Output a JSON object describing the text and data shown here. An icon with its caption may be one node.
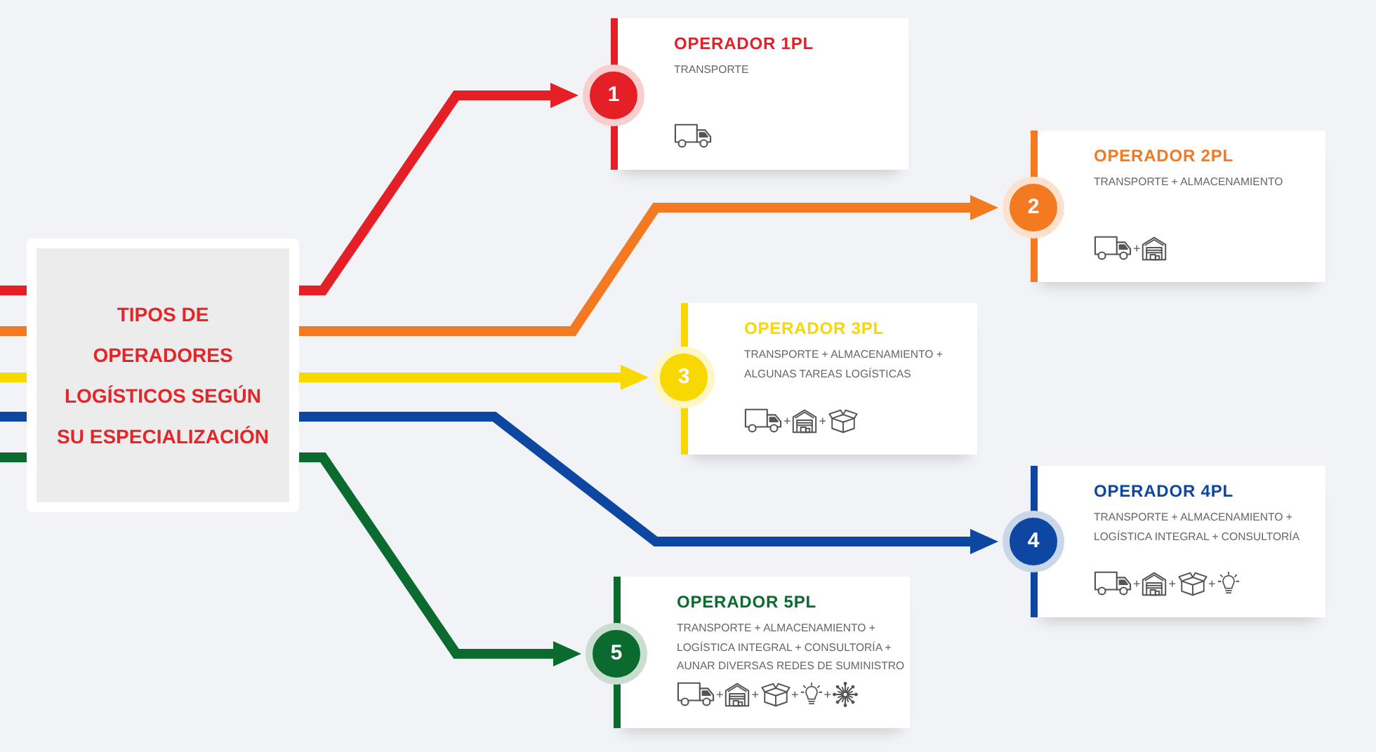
{
  "diagram": {
    "nodes": [
      {
        "text": [
          "TIPOS DE OPERADORES LOGÍSTICOS SEGÚN SU ESPECIALIZACIÓN"
        ]
      },
      {
        "text": [
          "1"
        ]
      },
      {
        "text": [
          "OPERADOR 1PL",
          "TRANSPORTE"
        ]
      },
      {
        "text": [
          "2"
        ]
      },
      {
        "text": [
          "OPERADOR 2PL",
          "TRANSPORTE + ALMACENAMIENTO",
          "+"
        ]
      },
      {
        "text": [
          "3"
        ]
      },
      {
        "text": [
          "OPERADOR 3PL",
          "TRANSPORTE + ALMACENAMIENTO + ALGUNAS TAREAS LOGÍSTICAS",
          "+",
          "+"
        ]
      },
      {
        "text": [
          "4"
        ]
      },
      {
        "text": [
          "OPERADOR 4PL",
          "TRANSPORTE + ALMACENAMIENTO + LOGÍSTICA INTEGRAL + CONSULTORÍA",
          "+",
          "+",
          "+"
        ]
      },
      {
        "text": [
          "5"
        ]
      },
      {
        "text": [
          "OPERADOR 5PL",
          "TRANSPORTE + ALMACENAMIENTO + LOGÍSTICA INTEGRAL + CONSULTORÍA + AUNAR DIVERSAS REDES DE SUMINISTRO",
          "+",
          "+",
          "+",
          "+"
        ]
      }
    ],
    "edges": [
      {
        "from": 0,
        "to": 1,
        "arrow": "to",
        "color": "#e51f26"
      },
      {
        "from": 0,
        "to": 3,
        "arrow": "to",
        "color": "#f37a21"
      },
      {
        "from": 0,
        "to": 5,
        "arrow": "to",
        "color": "#f8d800"
      },
      {
        "from": 0,
        "to": 7,
        "arrow": "to",
        "color": "#0d47a1"
      },
      {
        "from": 0,
        "to": 9,
        "arrow": "to",
        "color": "#0b6b2e"
      },
      {
        "from": null,
        "to": 0,
        "arrow": "none",
        "color": "#e51f26"
      },
      {
        "from": null,
        "to": 0,
        "arrow": "none",
        "color": "#f37a21"
      },
      {
        "from": null,
        "to": 0,
        "arrow": "none",
        "color": "#f8d800"
      },
      {
        "from": null,
        "to": 0,
        "arrow": "none",
        "color": "#0d47a1"
      },
      {
        "from": null,
        "to": 0,
        "arrow": "none",
        "color": "#0b6b2e"
      }
    ]
  }
}
